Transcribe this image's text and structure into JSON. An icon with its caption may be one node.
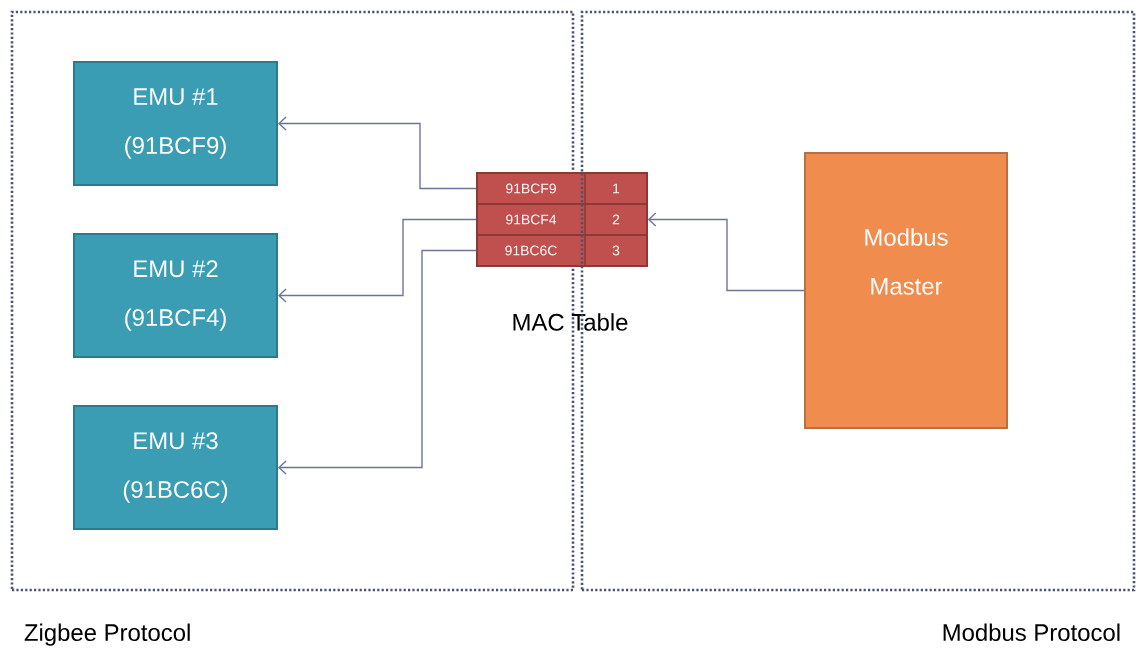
{
  "diagram": {
    "nodes": [
      {
        "text": [
          "Zigbee Protocol"
        ]
      },
      {
        "text": [
          "EMU #1",
          "(91BCF9)"
        ],
        "in": 0
      },
      {
        "text": [
          "EMU #2",
          "(91BCF4)"
        ],
        "in": 0
      },
      {
        "text": [
          "EMU #3",
          "(91BC6C)"
        ],
        "in": 0
      },
      {
        "text": [],
        "shape": "box",
        "beside": [
          "MAC Table"
        ]
      },
      {
        "text": [
          "91BCF9",
          "1"
        ],
        "in": 4
      },
      {
        "text": [
          "91BCF4",
          "2"
        ],
        "in": 4
      },
      {
        "text": [
          "91BC6C",
          "3"
        ],
        "in": 4
      },
      {
        "text": [
          "Modbus Protocol"
        ]
      },
      {
        "text": [
          "Modbus",
          "Master"
        ],
        "in": 8
      }
    ],
    "edges": [
      {
        "from": 5,
        "to": 1,
        "arrow": "to"
      },
      {
        "from": 6,
        "to": 2,
        "arrow": "to"
      },
      {
        "from": 7,
        "to": 3,
        "arrow": "to"
      },
      {
        "from": 9,
        "to": 6,
        "arrow": "to"
      }
    ]
  }
}
